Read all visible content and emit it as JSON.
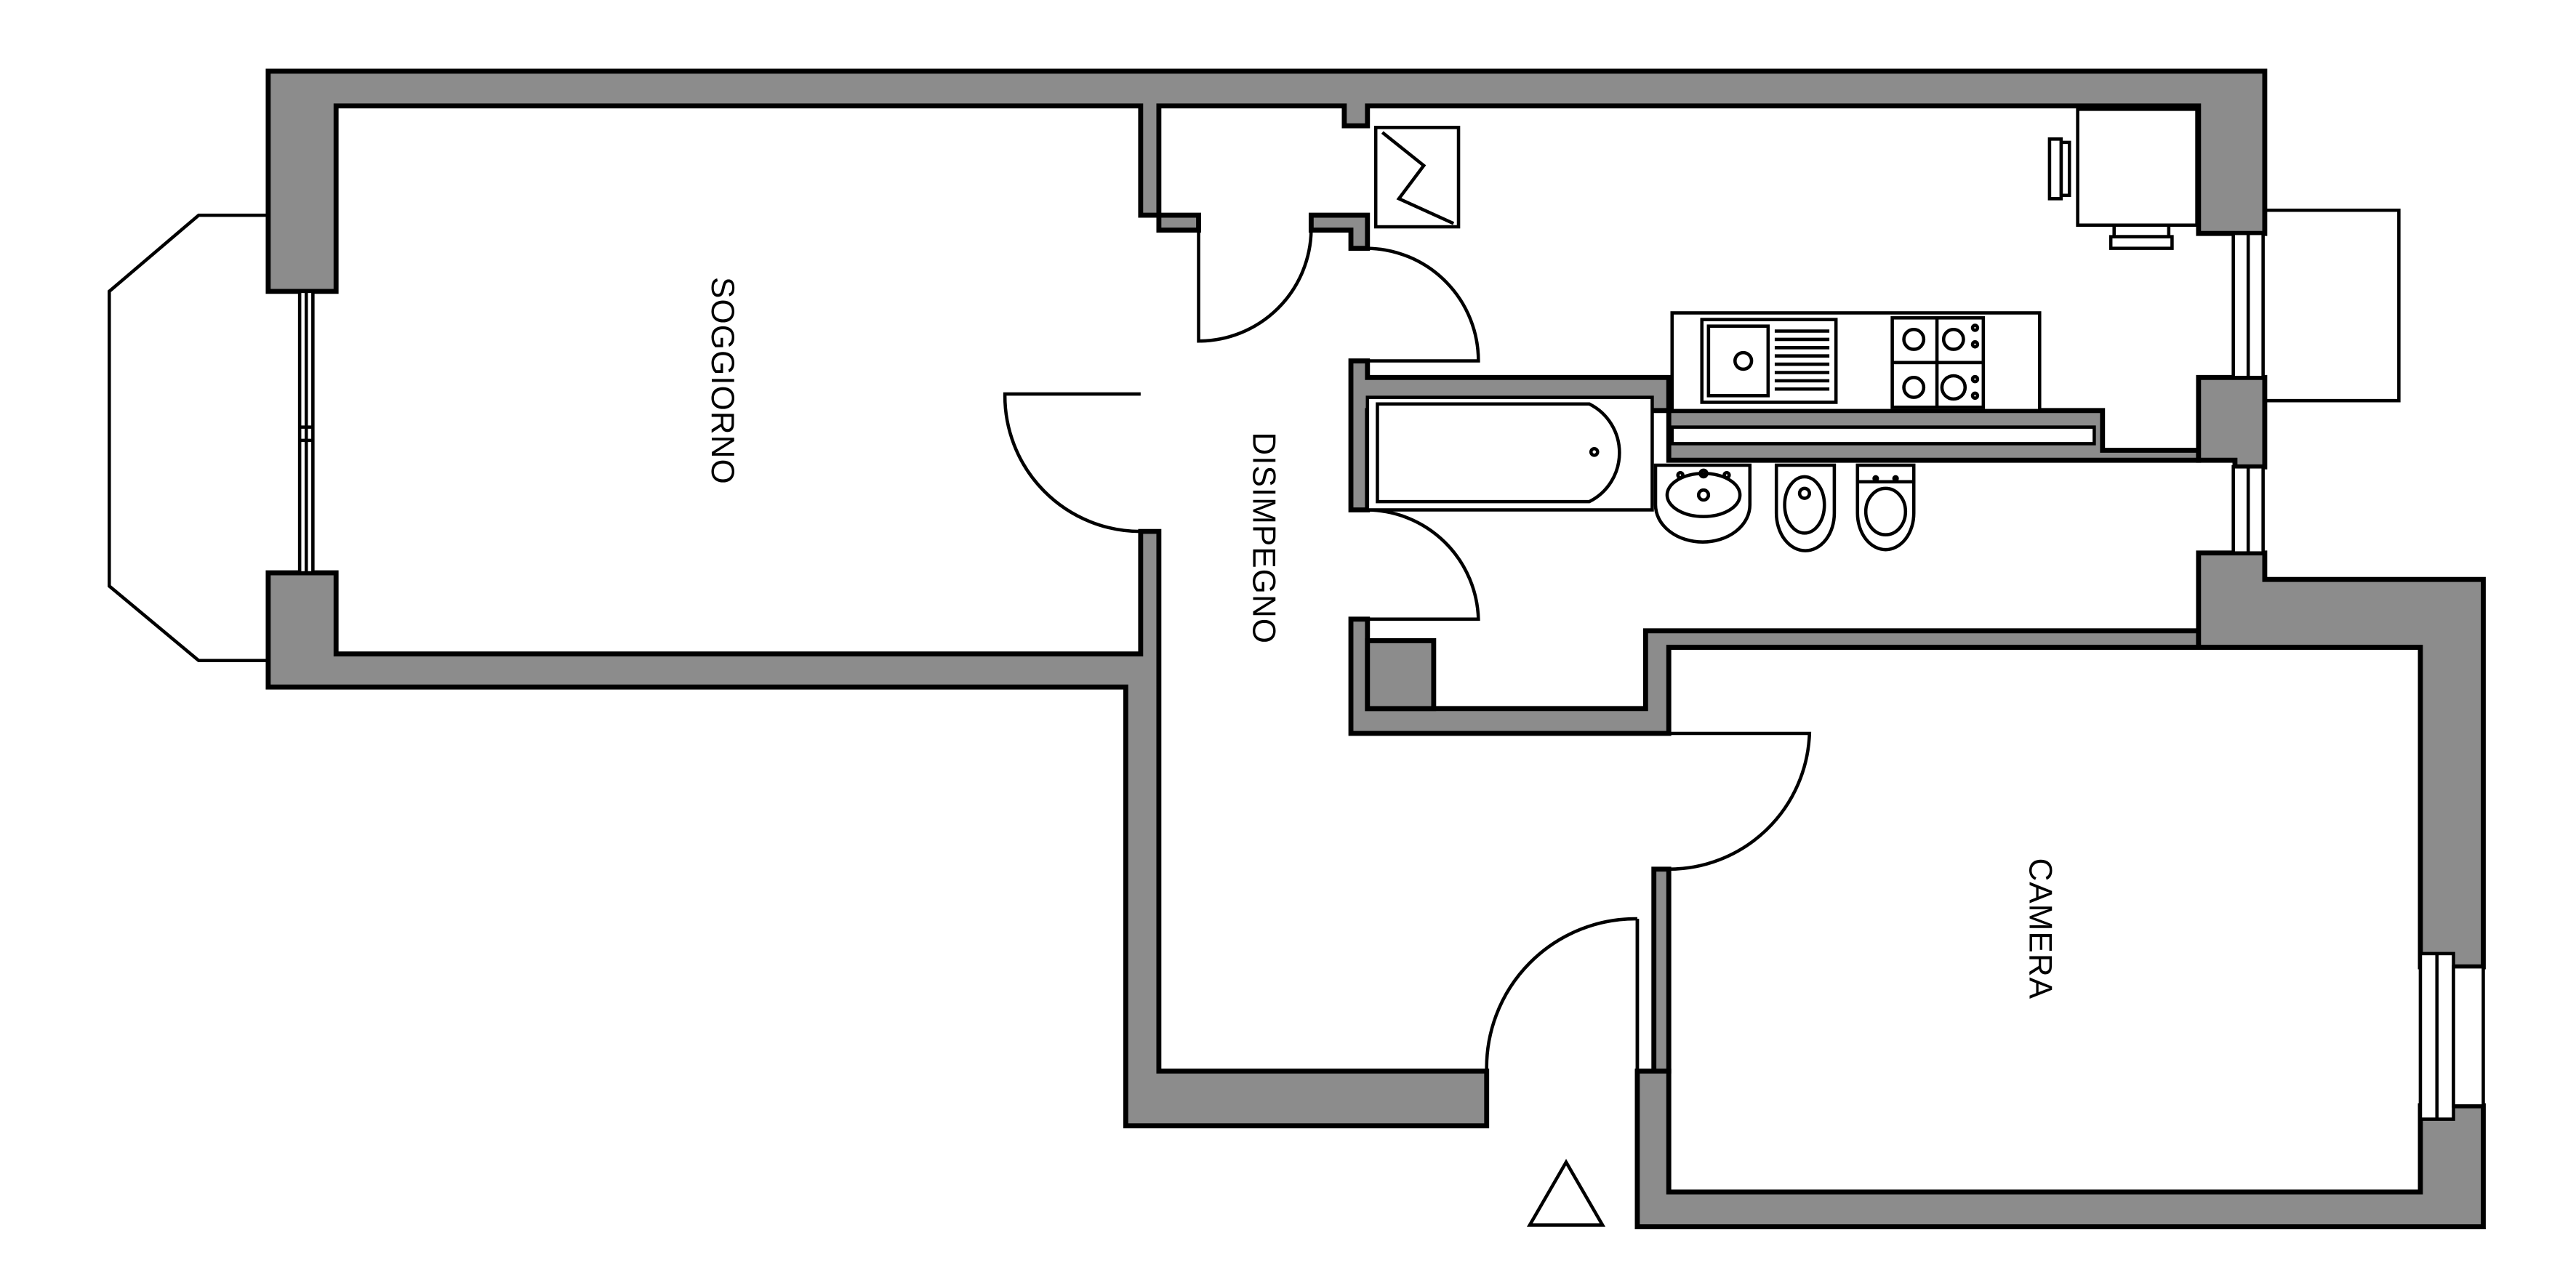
{
  "rooms": {
    "soggiorno": "SOGGIORNO",
    "disimpegno": "DISIMPEGNO",
    "camera": "CAMERA"
  },
  "colors": {
    "wall_fill": "#8c8c8c",
    "line": "#000000",
    "background": "#ffffff"
  }
}
